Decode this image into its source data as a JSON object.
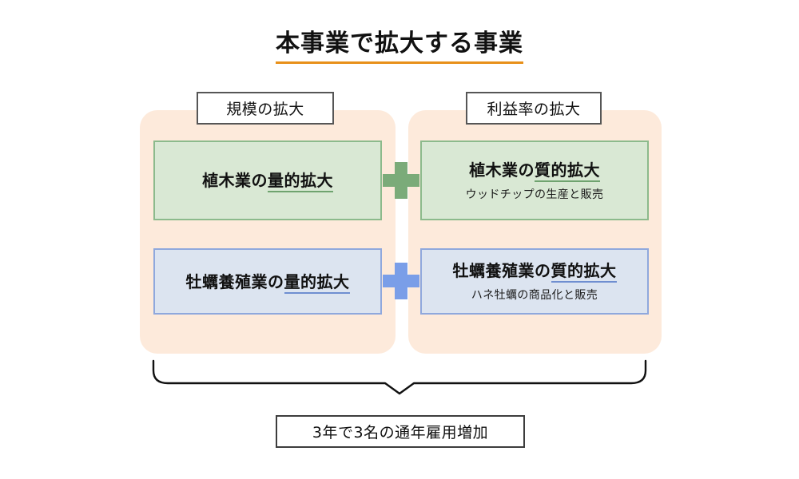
{
  "title": {
    "text": "本事業で拡大する事業",
    "underline_color": "#e8901a"
  },
  "columns": [
    {
      "id": "scale",
      "label": "規模の拡大"
    },
    {
      "id": "profit",
      "label": "利益率の拡大"
    }
  ],
  "rows": [
    {
      "id": "plant",
      "color_theme": "green",
      "accent": "#8cba8c",
      "fill": "#d9e8d4",
      "plus_color": "#7bab79",
      "quantity": {
        "prefix": "植木業の",
        "emphasis": "量的拡大",
        "subtitle": ""
      },
      "quality": {
        "prefix": "植木業の",
        "emphasis": "質的拡大",
        "subtitle": "ウッドチップの生産と販売"
      }
    },
    {
      "id": "oyster",
      "color_theme": "blue",
      "accent": "#8fa8dd",
      "fill": "#dce4f0",
      "plus_color": "#7a9ee8",
      "quantity": {
        "prefix": "牡蠣養殖業の",
        "emphasis": "量的拡大",
        "subtitle": ""
      },
      "quality": {
        "prefix": "牡蠣養殖業の",
        "emphasis": "質的拡大",
        "subtitle": "ハネ牡蠣の商品化と販売"
      }
    }
  ],
  "plus_symbol": "+",
  "outcome": {
    "label": "3年で3名の通年雇用増加"
  },
  "panel": {
    "background": "#fdeadb"
  }
}
